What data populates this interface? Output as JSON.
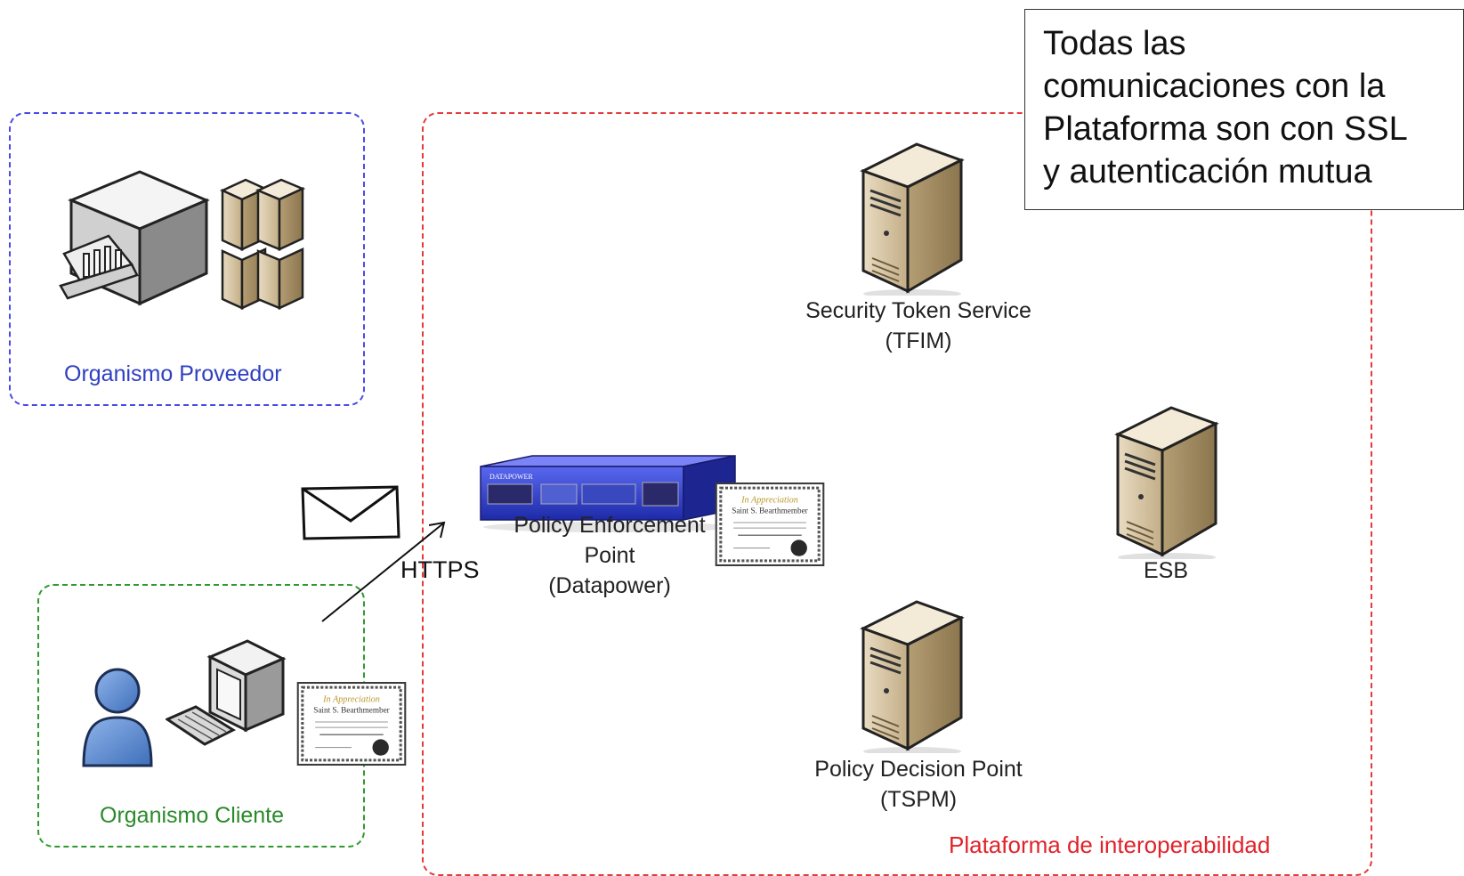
{
  "regions": {
    "proveedor": "Organismo Proveedor",
    "cliente": "Organismo Cliente",
    "plataforma": "Plataforma de interoperabilidad"
  },
  "callout": {
    "lines": [
      "Todas las",
      "comunicaciones con la",
      "Plataforma son con SSL",
      "y autenticación mutua"
    ]
  },
  "nodes": {
    "sts": {
      "line1": "Security Token Service",
      "line2": "(TFIM)"
    },
    "pdp": {
      "line1": "Policy Decision Point",
      "line2": "(TSPM)"
    },
    "esb": {
      "label": "ESB"
    },
    "pep": {
      "line1": "Policy Enforcement",
      "line2": "Point",
      "line3": "(Datapower)"
    }
  },
  "connection": {
    "label": "HTTPS"
  },
  "icons": {
    "building": "building-icon",
    "servers": "server-stack-icon",
    "server": "tower-server-icon",
    "appliance": "datapower-appliance-icon",
    "certificate": "certificate-icon",
    "envelope": "envelope-icon",
    "user": "user-icon",
    "computer": "computer-icon"
  },
  "colors": {
    "proveedor": "#4a4ae6",
    "cliente": "#2e9a2e",
    "plataforma": "#e33b3b"
  }
}
